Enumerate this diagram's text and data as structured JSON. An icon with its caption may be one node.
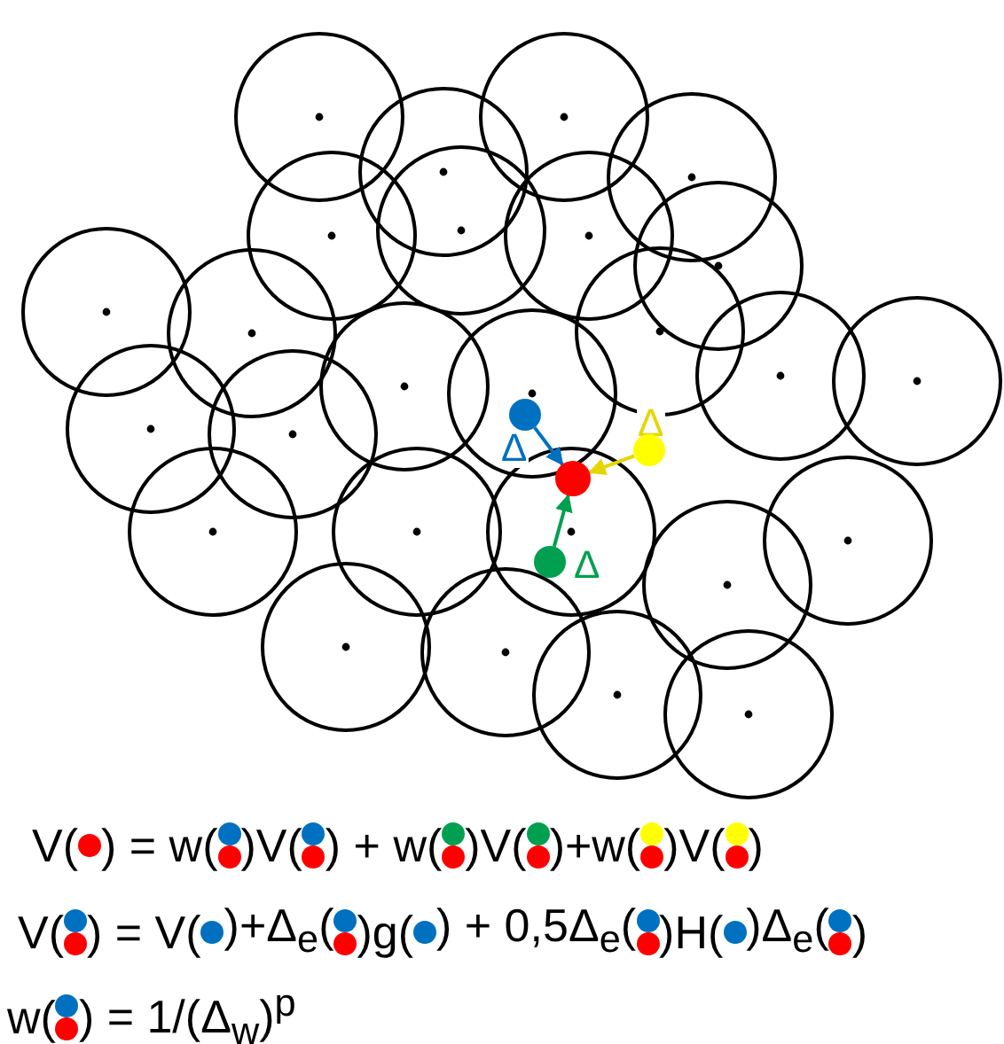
{
  "diagram": {
    "nodes": [
      {
        "text": [],
        "shape": "circle"
      },
      {
        "text": [],
        "shape": "circle"
      },
      {
        "text": [],
        "shape": "circle"
      },
      {
        "text": [],
        "shape": "circle"
      }
    ],
    "edges": [
      {
        "from": 0,
        "to": 1,
        "arrow": "to",
        "label": "Δ",
        "color": "#0070c0"
      },
      {
        "from": 2,
        "to": 1,
        "arrow": "to",
        "label": "Δ",
        "color": "#e6d600"
      },
      {
        "from": 3,
        "to": 1,
        "arrow": "to",
        "label": "Δ",
        "color": "#00a050"
      }
    ],
    "labels": [
      "V(",
      ") = w(",
      ")V(",
      ") + w(",
      ")V(",
      ")+w(",
      ")V(",
      ")",
      "V(",
      ") = V(",
      ")+Δ$_{e}$(",
      ")g(",
      ") + 0,5Δ$_{e}$(",
      ")H(",
      ")Δ$_{e}$(",
      ")",
      "w(",
      ") = 1/(Δ$_{w}$)$^{p}$"
    ]
  }
}
